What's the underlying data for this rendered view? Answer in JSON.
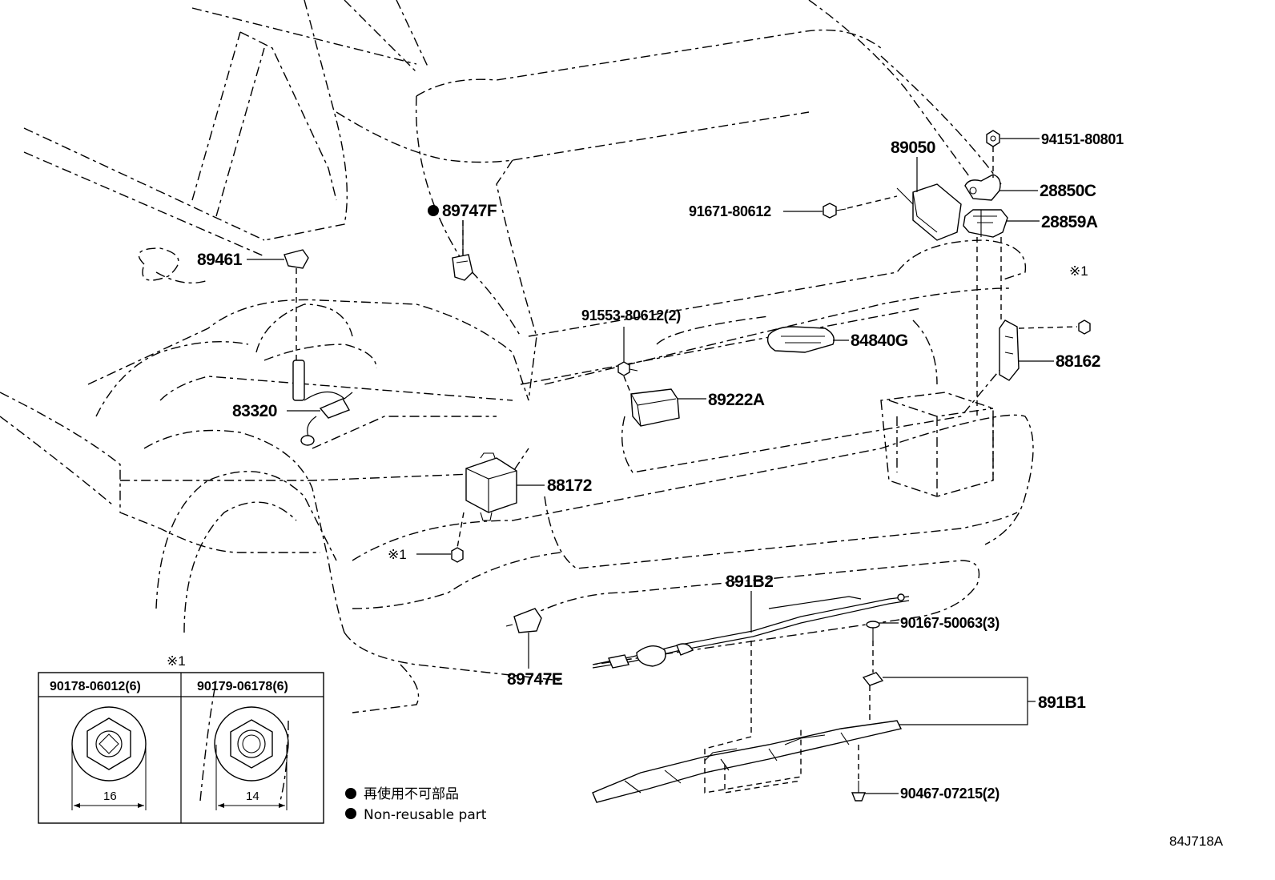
{
  "labels": {
    "p94151": "94151-80801",
    "p28850C": "28850C",
    "p28859A": "28859A",
    "p89050": "89050",
    "p91671": "91671-80612",
    "p89747F": "89747F",
    "p89461": "89461",
    "p91553": "91553-80612(2)",
    "p84840G": "84840G",
    "p88162": "88162",
    "p89222A": "89222A",
    "p83320": "83320",
    "p88172": "88172",
    "p891B2": "891B2",
    "p90167": "90167-50063(3)",
    "p891B1": "891B1",
    "p89747E": "89747E",
    "p90467": "90467-07215(2)",
    "ref1_top": "※1",
    "ref1_left": "※1",
    "ref1_table": "※1"
  },
  "table": {
    "col1_header": "90178-06012(6)",
    "col2_header": "90179-06178(6)",
    "col1_dim": "16",
    "col2_dim": "14"
  },
  "legend": {
    "line_jp": "再使用不可部品",
    "line_en": "Non-reusable part"
  },
  "diagram_id": "84J718A"
}
